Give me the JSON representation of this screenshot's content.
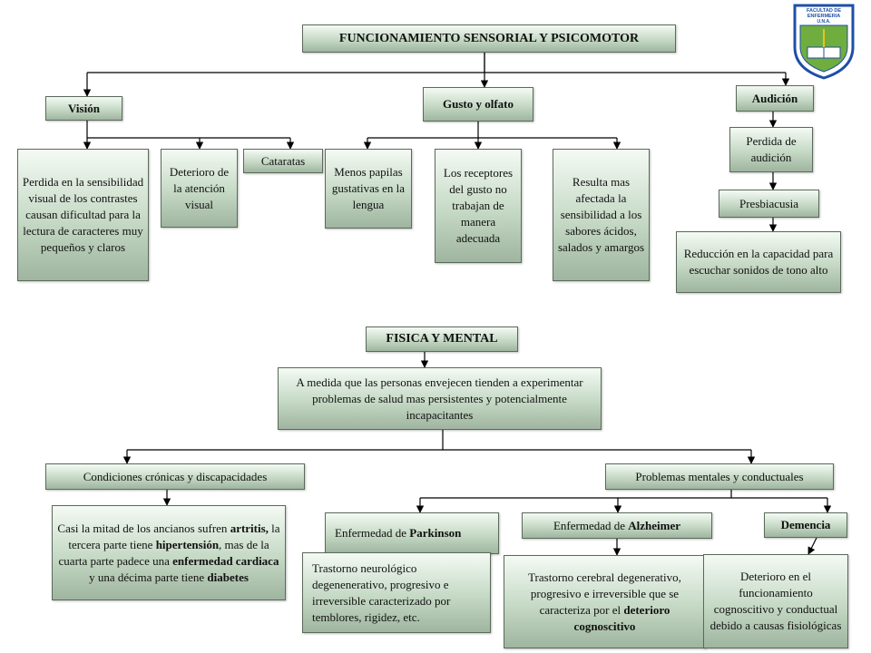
{
  "logo": {
    "line1": "FACULTAD DE",
    "line2": "ENFERMERIA",
    "line3": "U.N.A."
  },
  "top": {
    "title": "FUNCIONAMIENTO SENSORIAL Y PSICOMOTOR",
    "vision": "Visión",
    "gusto": "Gusto y olfato",
    "audicion": "Audición",
    "perdida_sens": "Perdida en la sensibilidad visual de los contrastes causan dificultad para la lectura de caracteres muy pequeños y claros",
    "deterioro_at": "Deterioro de la atención visual",
    "cataratas": "Cataratas",
    "menos_papilas": "Menos papilas gustativas en la lengua",
    "receptores": "Los receptores del gusto no trabajan de manera adecuada",
    "resulta": "Resulta mas afectada la sensibilidad a los sabores ácidos, salados y amargos",
    "perdida_aud": "Perdida de audición",
    "presbiacusia": "Presbiacusia",
    "reduccion": "Reducción en la capacidad para escuchar sonidos de tono alto"
  },
  "bottom": {
    "title": "FISICA Y MENTAL",
    "intro": "A medida que las personas envejecen tienden a experimentar problemas de salud mas persistentes y potencialmente incapacitantes",
    "cronicas": "Condiciones crónicas y discapacidades",
    "mentales": "Problemas mentales y conductuales",
    "casi": {
      "t1": "Casi la mitad de los ancianos sufren ",
      "b1": "artritis,",
      "t2": " la tercera parte tiene ",
      "b2": "hipertensión",
      "t3": ", mas de la cuarta parte padece una ",
      "b3": "enfermedad cardiaca",
      "t4": " y una décima parte tiene ",
      "b4": "diabetes"
    },
    "parkinson": {
      "t1": "Enfermedad de ",
      "b1": "Parkinson"
    },
    "alzheimer": {
      "t1": "Enfermedad de ",
      "b1": "Alzheimer"
    },
    "demencia": "Demencia",
    "trastorno_neuro": "Trastorno neurológico degenenerativo, progresivo e irreversible caracterizado por temblores, rigidez, etc.",
    "trastorno_cere": {
      "t1": "Trastorno cerebral degenerativo, progresivo e irreversible que se caracteriza por el ",
      "b1": "deterioro cognoscitivo"
    },
    "deterioro_func": "Deterioro en el funcionamiento cognoscitivo y conductual debido a causas fisiológicas"
  }
}
